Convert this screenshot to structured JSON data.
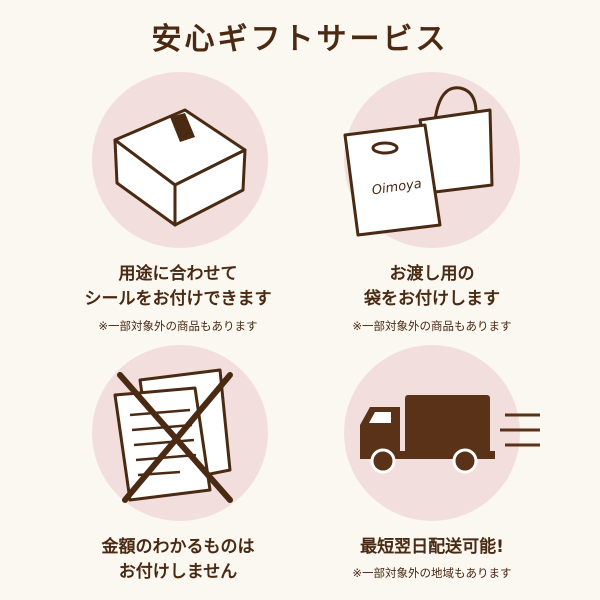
{
  "title": "安心ギフトサービス",
  "colors": {
    "background": "#fbf7f1",
    "circle": "#f2dfdd",
    "text": "#4a2a12"
  },
  "items": [
    {
      "icon": "gift-box-icon",
      "line1": "用途に合わせて",
      "line2": "シールをお付けできます",
      "note": "※一部対象外の商品もあります"
    },
    {
      "icon": "shopping-bag-icon",
      "line1": "お渡し用の",
      "line2": "袋をお付けします",
      "note": "※一部対象外の商品もあります",
      "bag_brand": "Oimoya"
    },
    {
      "icon": "no-receipt-icon",
      "line1": "金額のわかるものは",
      "line2": "お付けしません"
    },
    {
      "icon": "delivery-truck-icon",
      "line1": "最短翌日配送可能!",
      "note": "※一部対象外の地域もあります"
    }
  ]
}
